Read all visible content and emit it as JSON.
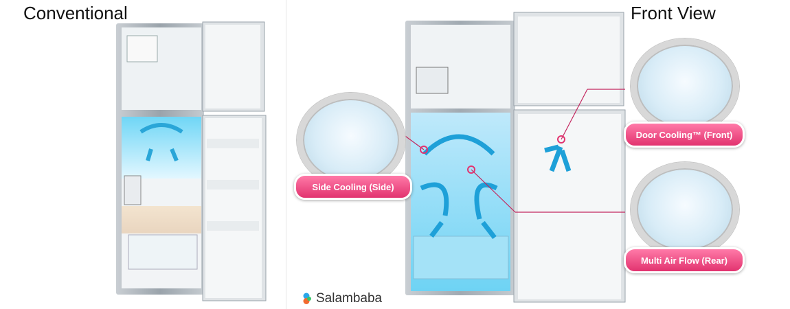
{
  "titles": {
    "left": "Conventional",
    "right": "Front View"
  },
  "callouts": {
    "side": "Side Cooling (Side)",
    "door": "Door Cooling™ (Front)",
    "rear": "Multi Air Flow (Rear)"
  },
  "watermark": "Salambaba",
  "colors": {
    "callout_pink": "#e2336f",
    "cool_blue": "#48c6ee",
    "steel": "#9aa3ab"
  }
}
